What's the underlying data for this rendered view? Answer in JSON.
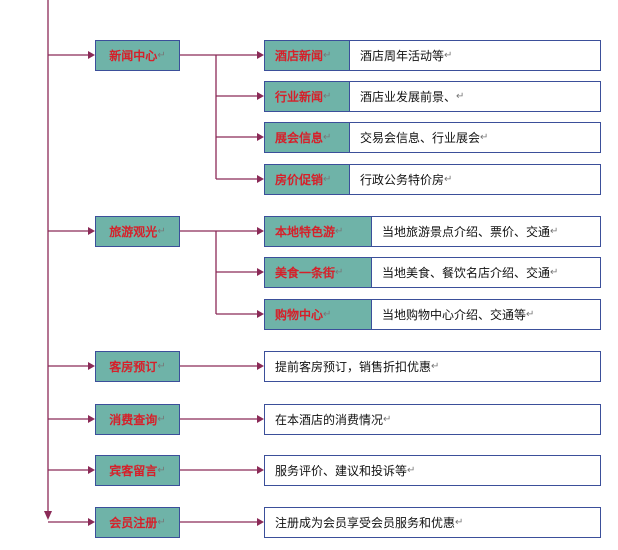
{
  "colors": {
    "line": "#8b2a57",
    "box_fill": "#6fb3a8",
    "label": "#d6202a",
    "border": "#3b4f9a"
  },
  "para_mark": "↵",
  "nodes": [
    {
      "label": "新闻中心",
      "children": [
        {
          "label": "酒店新闻",
          "desc": "酒店周年活动等"
        },
        {
          "label": "行业新闻",
          "desc": "酒店业发展前景、"
        },
        {
          "label": "展会信息",
          "desc": "交易会信息、行业展会"
        },
        {
          "label": "房价促销",
          "desc": "行政公务特价房"
        }
      ]
    },
    {
      "label": "旅游观光",
      "children": [
        {
          "label": "本地特色游",
          "desc": "当地旅游景点介绍、票价、交通"
        },
        {
          "label": "美食一条街",
          "desc": "当地美食、餐饮名店介绍、交通"
        },
        {
          "label": "购物中心",
          "desc": "当地购物中心介绍、交通等"
        }
      ]
    },
    {
      "label": "客房预订",
      "desc": "提前客房预订，销售折扣优惠"
    },
    {
      "label": "消费查询",
      "desc": "在本酒店的消费情况"
    },
    {
      "label": "宾客留言",
      "desc": "服务评价、建议和投诉等"
    },
    {
      "label": "会员注册",
      "desc": "注册成为会员享受会员服务和优惠"
    }
  ]
}
